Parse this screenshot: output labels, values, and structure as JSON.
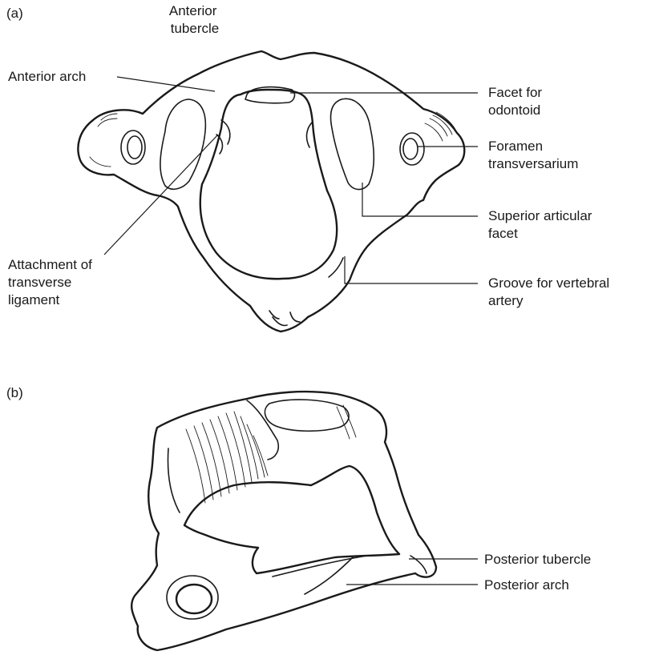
{
  "figure_a": {
    "panel_label": "(a)",
    "labels": {
      "anterior_tubercle": [
        "Anterior",
        "tubercle"
      ],
      "anterior_arch": [
        "Anterior arch"
      ],
      "facet_odontoid": [
        "Facet for",
        "odontoid"
      ],
      "foramen_transversarium": [
        "Foramen",
        "transversarium"
      ],
      "superior_articular_facet": [
        "Superior articular",
        "facet"
      ],
      "attachment_transverse_ligament": [
        "Attachment of",
        "transverse",
        "ligament"
      ],
      "groove_vertebral_artery": [
        "Groove for vertebral",
        "artery"
      ]
    }
  },
  "figure_b": {
    "panel_label": "(b)",
    "labels": {
      "posterior_tubercle": [
        "Posterior tubercle"
      ],
      "posterior_arch": [
        "Posterior arch"
      ]
    }
  },
  "colors": {
    "ink": "#1a1a1a",
    "background": "#ffffff"
  }
}
